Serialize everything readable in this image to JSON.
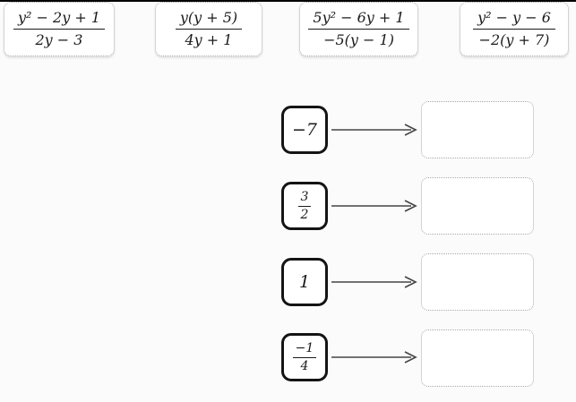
{
  "exercise": {
    "type": "matching-drag-and-drop",
    "expression_cards": [
      {
        "numerator": "y² − 2y + 1",
        "denominator": "2y − 3"
      },
      {
        "numerator": "y(y + 5)",
        "denominator": "4y + 1"
      },
      {
        "numerator": "5y² − 6y + 1",
        "denominator": "−5(y − 1)"
      },
      {
        "numerator": "y² − y − 6",
        "denominator": "−2(y + 7)"
      }
    ],
    "match_rows": [
      {
        "value_type": "number",
        "value": "−7"
      },
      {
        "value_type": "fraction",
        "value_numerator": "3",
        "value_denominator": "2"
      },
      {
        "value_type": "number",
        "value": "1"
      },
      {
        "value_type": "fraction",
        "value_numerator": "−1",
        "value_denominator": "4"
      }
    ]
  },
  "colors": {
    "page_background": "#fbfbfb",
    "top_rule": "#000000",
    "card_border_dotted": "#a8a8a8",
    "value_box_border": "#141414",
    "arrow": "#444444"
  }
}
